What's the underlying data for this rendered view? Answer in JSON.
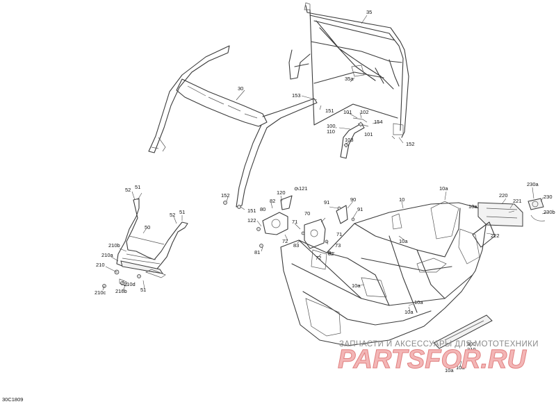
{
  "diagram_code": "30C1809",
  "watermark": {
    "subtitle": "ЗАПЧАСТИ И АКСЕССУАРЫ ДЛЯ МОТОТЕХНИКИ",
    "logo": "PARTSFOR.RU"
  },
  "callouts": {
    "c35": "35",
    "c35a": "35a",
    "c30": "30",
    "c153": "153",
    "c151a": "151",
    "c101a": "101",
    "c102": "102",
    "c101b": "101",
    "c100_110": "100,\n110",
    "c154": "154",
    "c103": "103",
    "c152a": "152",
    "c52a": "52",
    "c51a": "51",
    "c52b": "52",
    "c51b": "51",
    "c50": "50",
    "c210b": "210b",
    "c210a": "210a",
    "c210": "210",
    "c210d": "210d",
    "c210c": "210c",
    "c210b2": "210b",
    "c51c": "51",
    "c152b": "152",
    "c151b": "151",
    "c120": "120",
    "c121": "121",
    "c82a": "82",
    "c80": "80",
    "c122": "122",
    "c81": "81",
    "c72a": "72",
    "c71a": "71",
    "c70": "70",
    "c83": "83",
    "c71b": "71",
    "c73": "73",
    "c72b": "72",
    "c82b": "82",
    "c91a": "91",
    "c90": "90",
    "c91b": "91",
    "c10": "10",
    "c10a_1": "10a",
    "c10a_2": "10a",
    "c10a_3": "10a",
    "c10a_4": "10a",
    "c10a_5": "10a",
    "c10a_6": "10a",
    "c10a_7": "10a",
    "c220": "220",
    "c221": "221",
    "c222": "222",
    "c230a": "230a",
    "c230": "230",
    "c230b": "230b",
    "c300": "300",
    "c310": "310",
    "c10a_8": "10a"
  }
}
